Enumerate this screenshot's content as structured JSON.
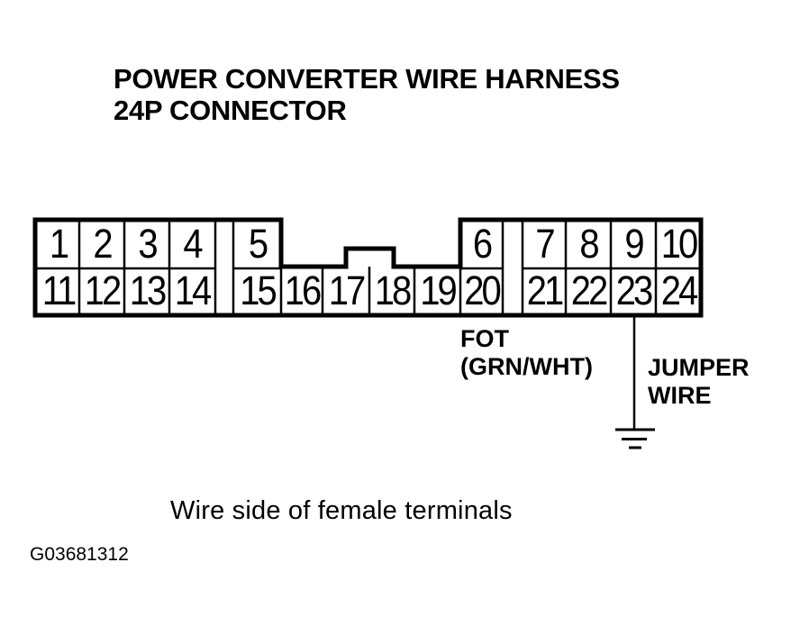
{
  "title": {
    "line1": "POWER CONVERTER WIRE HARNESS",
    "line2": "24P CONNECTOR"
  },
  "connector": {
    "description": "24P connector pin grid, wire side of female terminals",
    "pins": [
      "1",
      "2",
      "3",
      "4",
      "5",
      "6",
      "7",
      "8",
      "9",
      "10",
      "11",
      "12",
      "13",
      "14",
      "15",
      "16",
      "17",
      "18",
      "19",
      "20",
      "21",
      "22",
      "23",
      "24"
    ]
  },
  "labels": {
    "pin20_signal": "FOT",
    "pin20_wire_color": "(GRN/WHT)",
    "jumper_line1": "JUMPER",
    "jumper_line2": "WIRE",
    "caption": "Wire side of female terminals",
    "figure_id": "G03681312"
  },
  "icons": {
    "ground": "ground-icon"
  },
  "colors": {
    "ink": "#000000",
    "background": "#ffffff"
  }
}
